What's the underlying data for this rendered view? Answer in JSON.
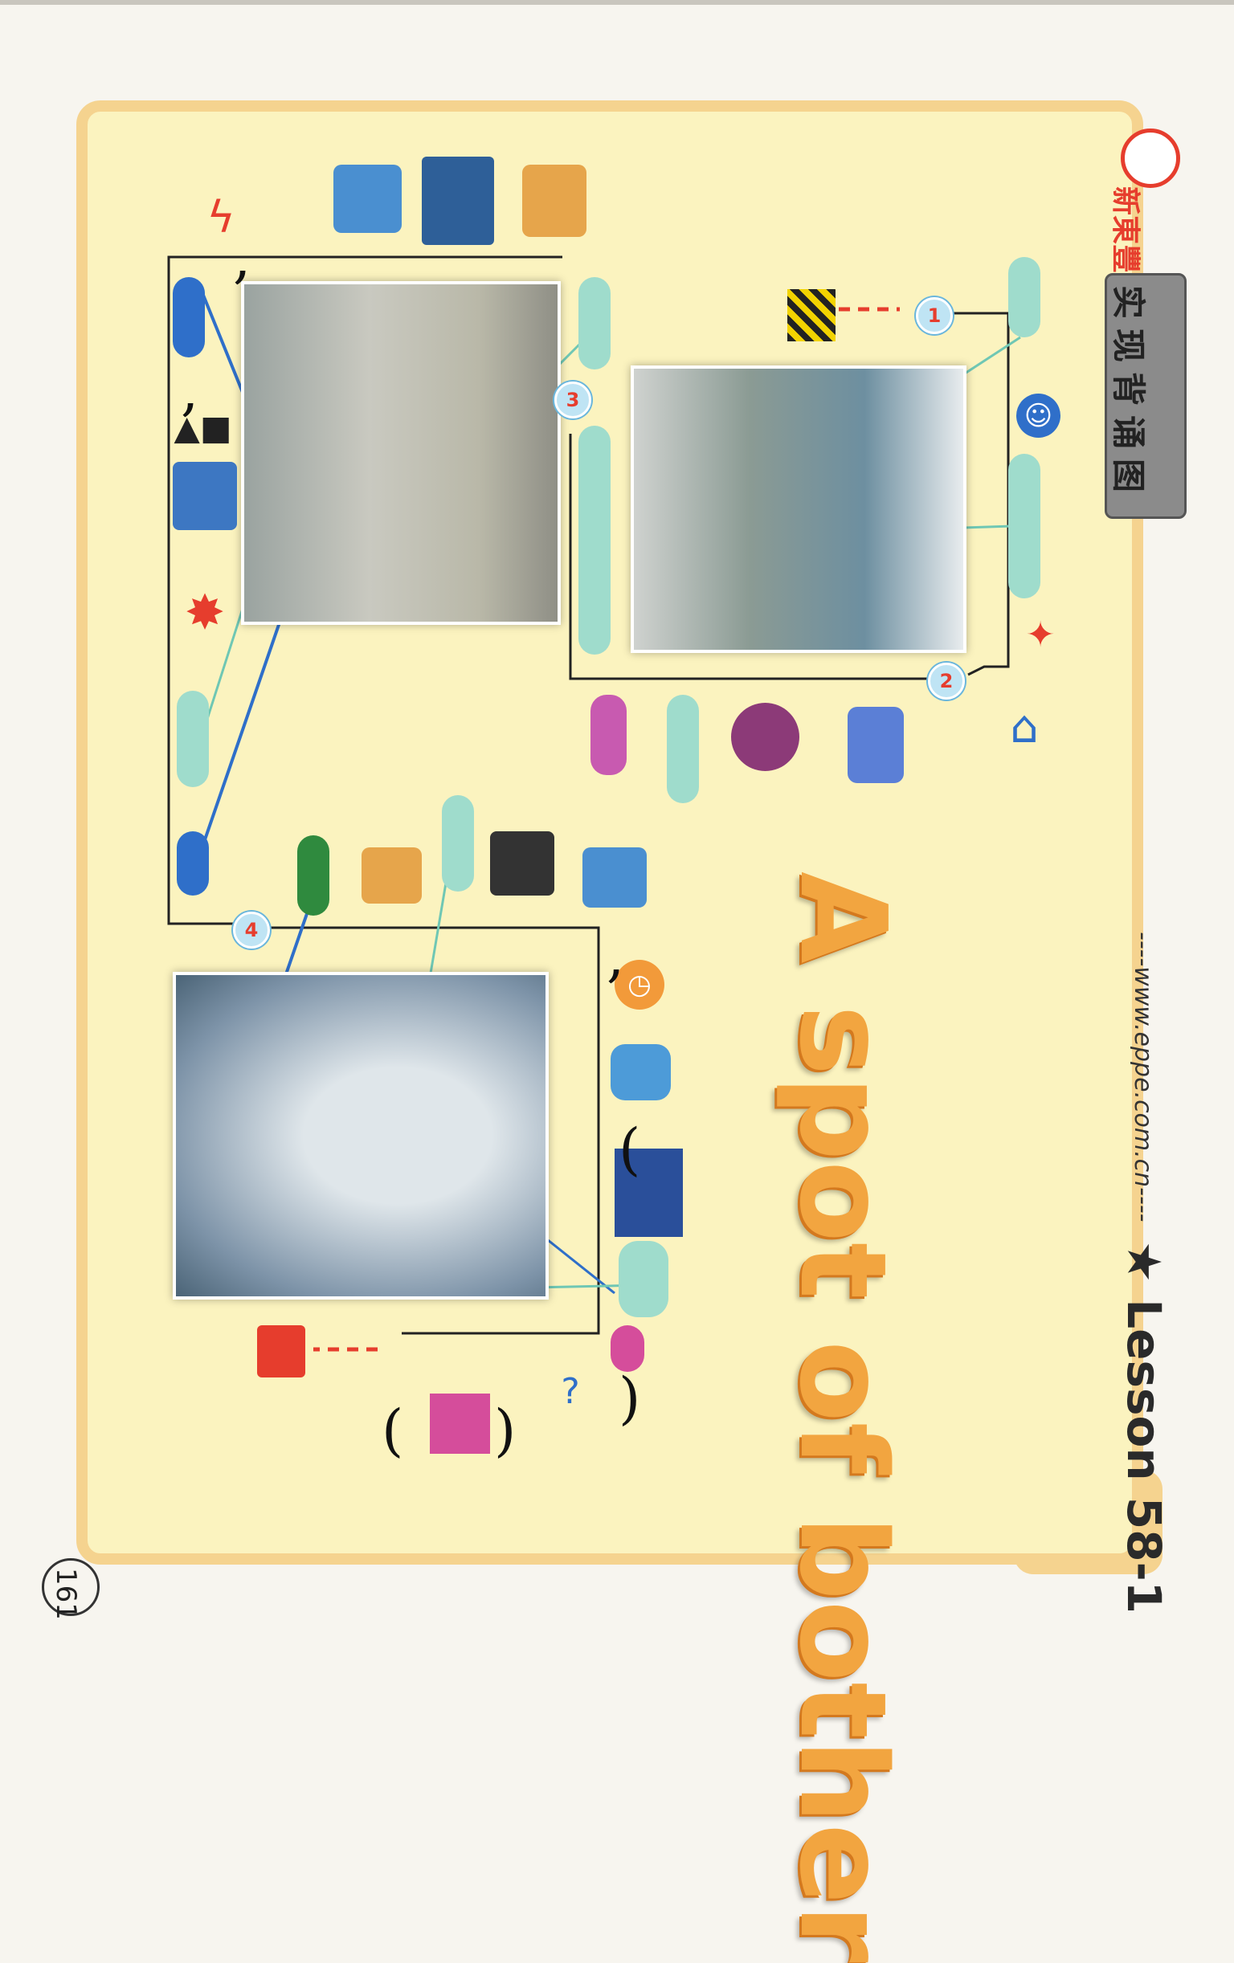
{
  "header": {
    "lesson": "★ Lesson 58-1",
    "url": "----www.eppe.com.cn----",
    "logo": "新東豐",
    "subtitle": "实现背诵图"
  },
  "title": "A spot of bother",
  "page_number": "161",
  "badges": [
    "1",
    "2",
    "3",
    "4"
  ],
  "punctuation": [
    ",",
    ",",
    ",",
    "(",
    ")",
    "(",
    ")"
  ],
  "icons": [
    "lightning-icon",
    "spray-icon",
    "people-group-icon",
    "workers-icon",
    "pedestrian-barrier-icon",
    "smile-icon",
    "question-arrows-icon",
    "house-icon",
    "bags-icon",
    "dress-icon",
    "walking-woman-icon",
    "shopping-items-icon",
    "policeman-icon",
    "explosion-icon",
    "worried-man-icon",
    "man-at-desk-icon",
    "running-man-icon",
    "clock-icon",
    "thinking-man-icon",
    "woman-walking-icon",
    "question-talk-icon",
    "shoes-icon",
    "book-icon"
  ]
}
